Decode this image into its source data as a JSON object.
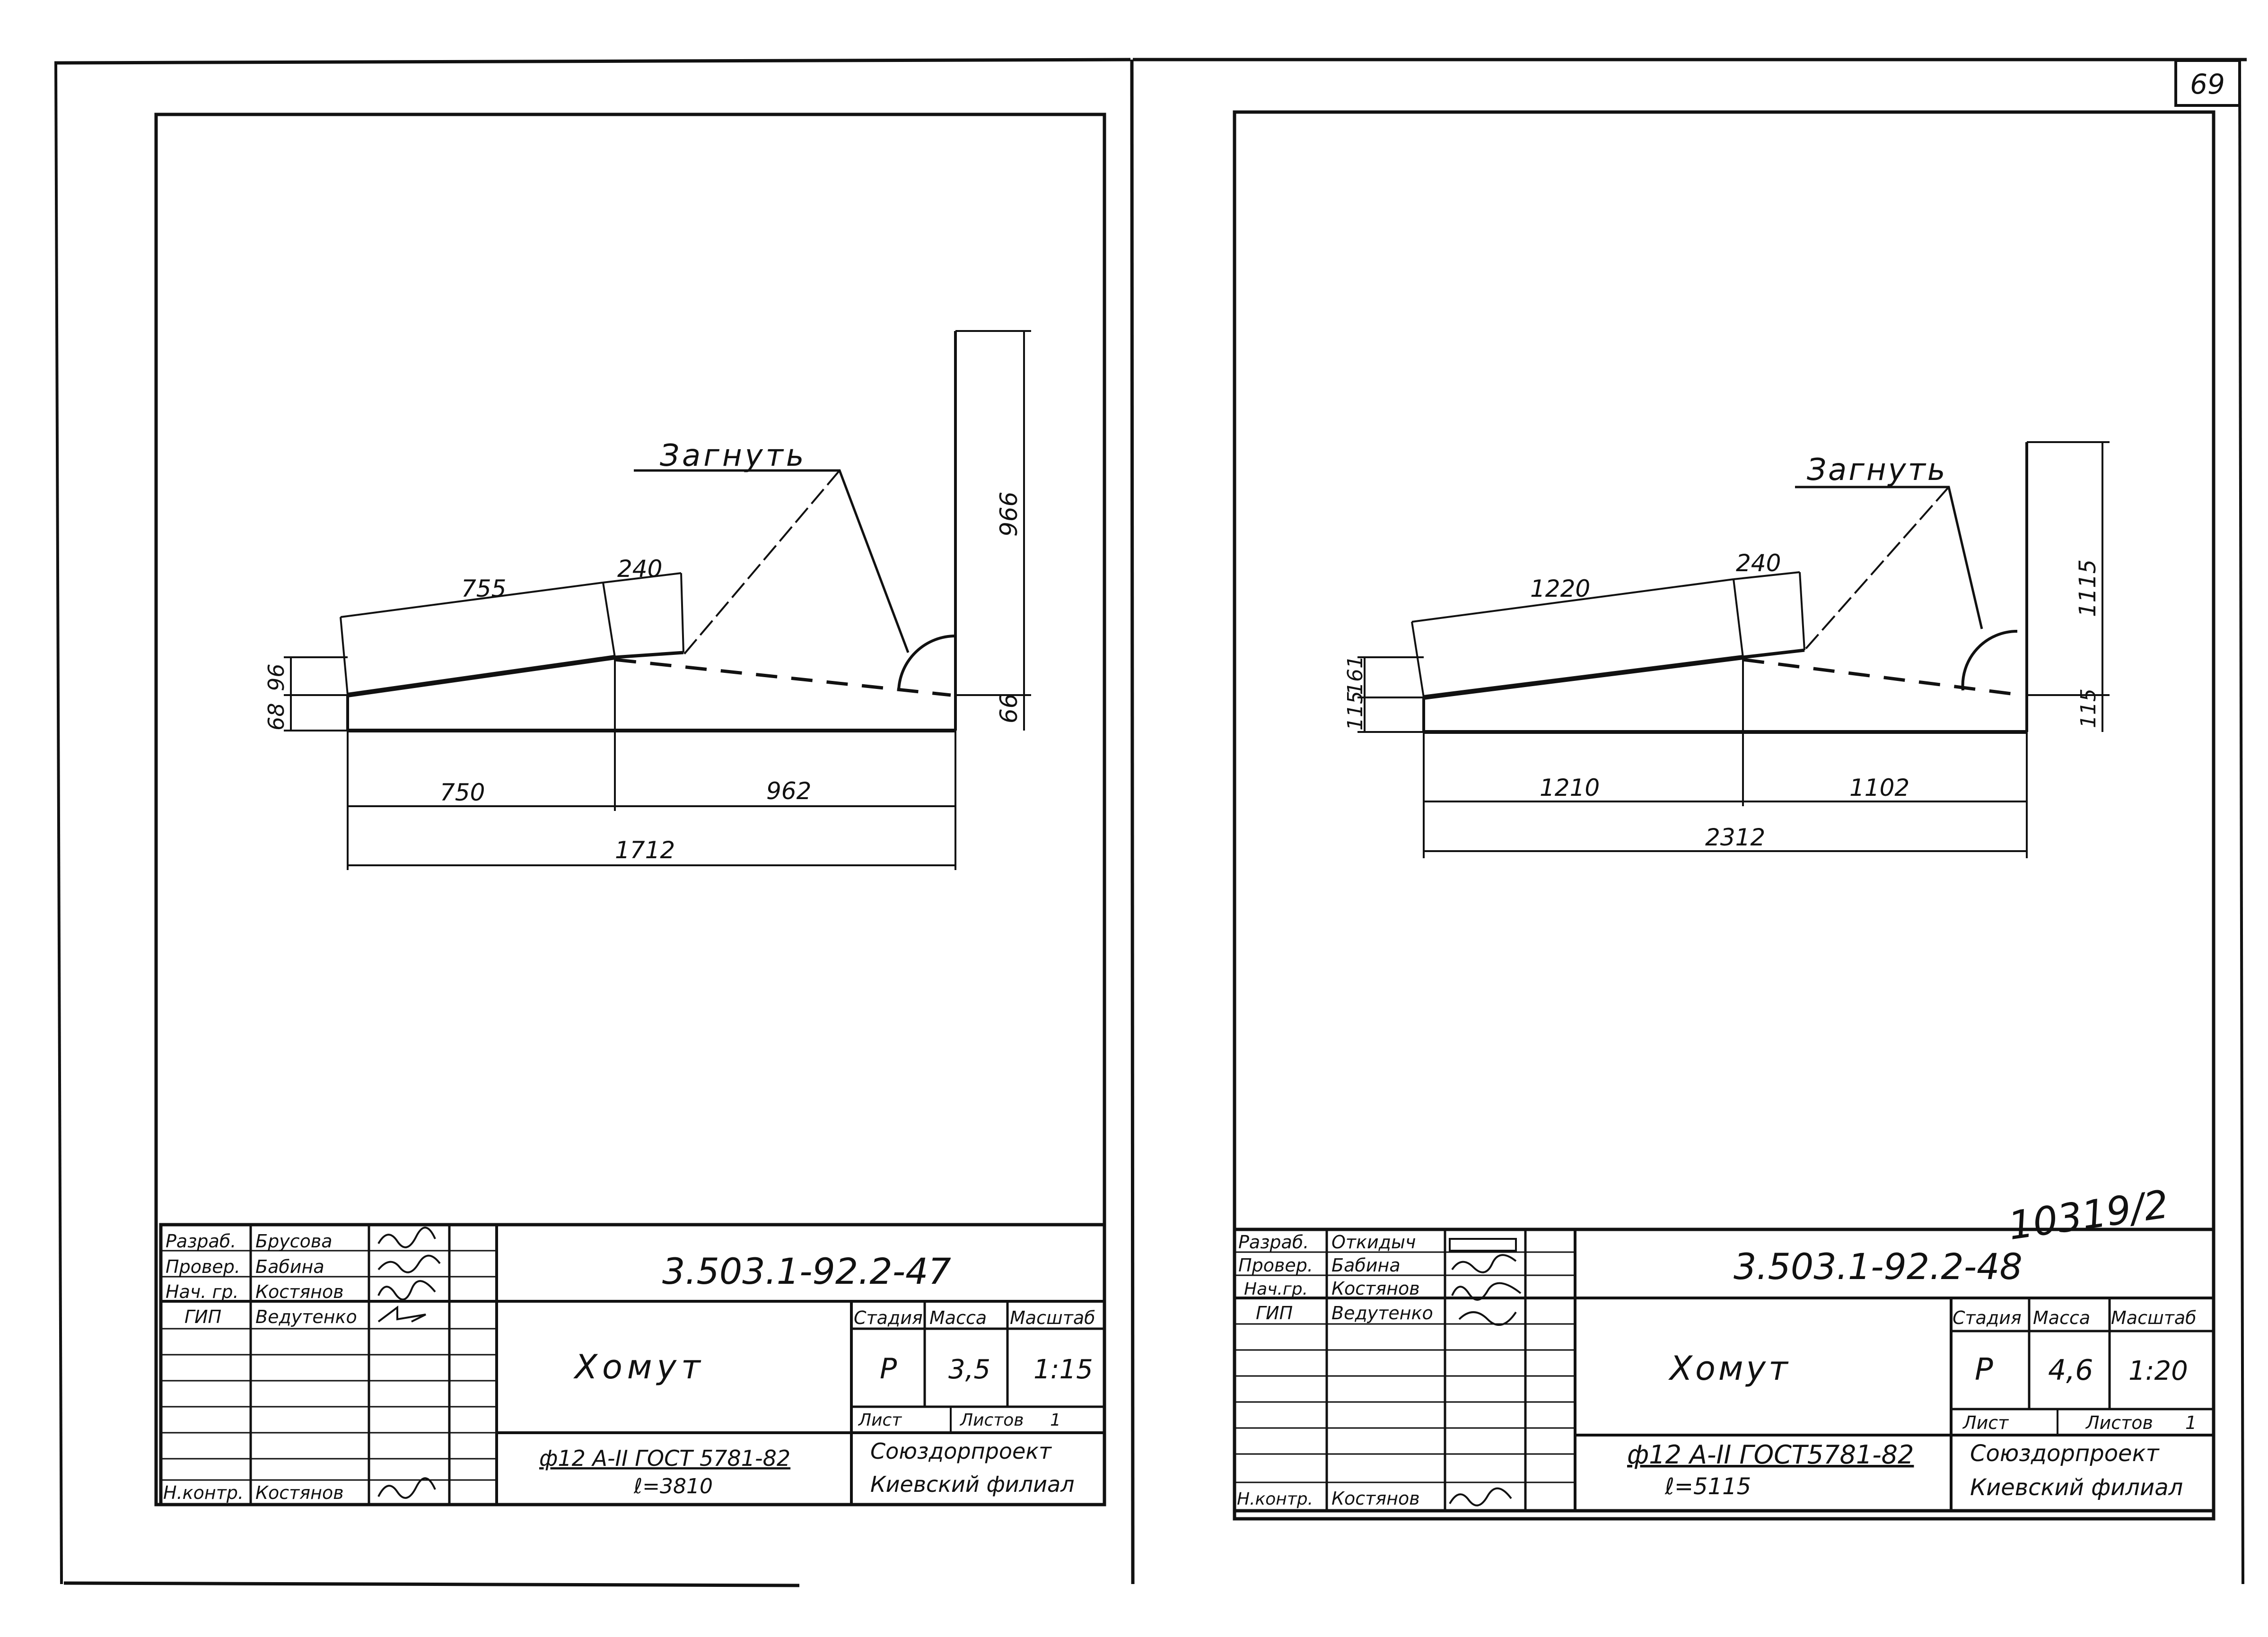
{
  "page_number": "69",
  "archive_number": "10319/2",
  "drawings": [
    {
      "dims": {
        "seg_top_left": "755",
        "seg_top_right": "240",
        "height_right": "966",
        "base_right": "66",
        "left_small_a": "96",
        "left_small_b": "68",
        "bottom_left": "750",
        "bottom_right": "962",
        "total": "1712"
      },
      "note": "Загнуть",
      "title_block": {
        "code": "3.503.1-92.2-47",
        "name": "Хомут",
        "stage_label": "Стадия",
        "mass_label": "Масса",
        "scale_label": "Масштаб",
        "stage": "Р",
        "mass": "3,5",
        "scale": "1:15",
        "sheet_label": "Лист",
        "sheets_label": "Листов",
        "sheets_value": "1",
        "material": "ф12 А-II  ГОСТ 5781-82",
        "length": "ℓ=3810",
        "org_line1": "Союздорпроект",
        "org_line2": "Киевский филиал",
        "roles": [
          {
            "role": "Разраб.",
            "name": "Брусова"
          },
          {
            "role": "Провер.",
            "name": "Бабина"
          },
          {
            "role": "Нач. гр.",
            "name": "Костянов"
          },
          {
            "role": "ГИП",
            "name": "Ведутенко"
          }
        ],
        "nkontr_role": "Н.контр.",
        "nkontr_name": "Костянов"
      }
    },
    {
      "dims": {
        "seg_top_left": "1220",
        "seg_top_right": "240",
        "height_right": "1115",
        "base_right": "115",
        "left_small_a": "161",
        "left_small_b": "115",
        "bottom_left": "1210",
        "bottom_right": "1102",
        "total": "2312"
      },
      "note": "Загнуть",
      "title_block": {
        "code": "3.503.1-92.2-48",
        "name": "Хомут",
        "stage_label": "Стадия",
        "mass_label": "Масса",
        "scale_label": "Масштаб",
        "stage": "Р",
        "mass": "4,6",
        "scale": "1:20",
        "sheet_label": "Лист",
        "sheets_label": "Листов",
        "sheets_value": "1",
        "material": "ф12 А-II  ГОСТ5781-82",
        "length": "ℓ=5115",
        "org_line1": "Союздорпроект",
        "org_line2": "Киевский филиал",
        "roles": [
          {
            "role": "Разраб.",
            "name": "Откидыч"
          },
          {
            "role": "Провер.",
            "name": "Бабина"
          },
          {
            "role": "Нач.гр.",
            "name": "Костянов"
          },
          {
            "role": "ГИП",
            "name": "Ведутенко"
          }
        ],
        "nkontr_role": "Н.контр.",
        "nkontr_name": "Костянов"
      }
    }
  ]
}
